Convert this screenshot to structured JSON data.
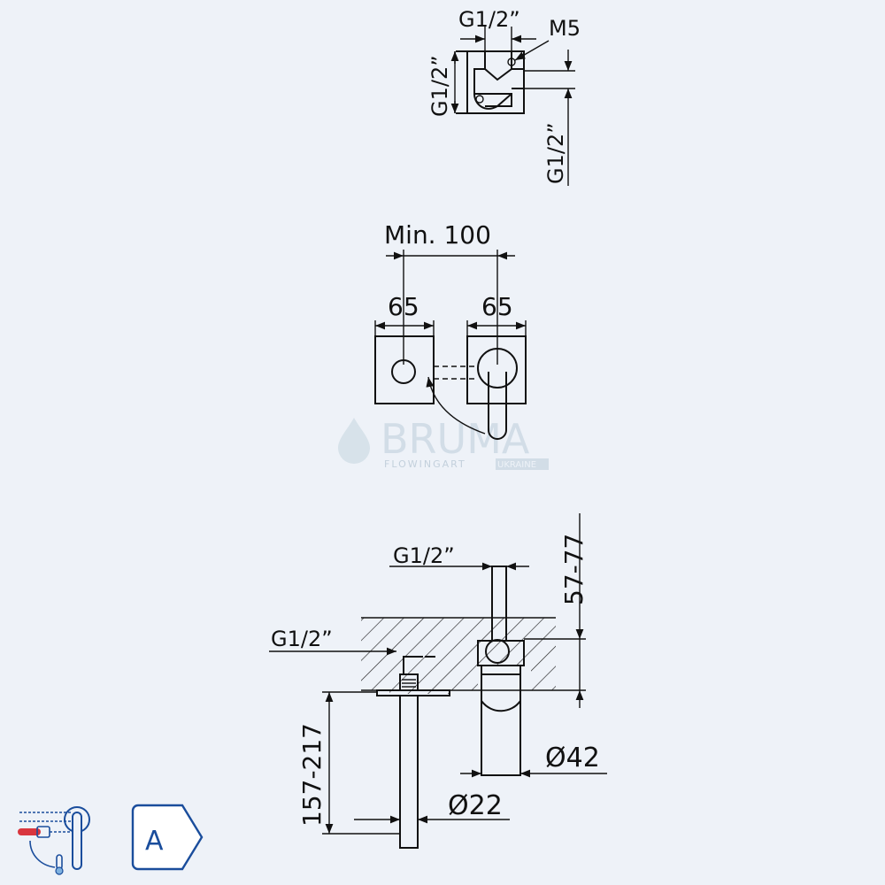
{
  "watermark": {
    "brand": "BRUMA",
    "tagline": "FLOWINGART",
    "region": "UKRAINE"
  },
  "top_view": {
    "label_g_top": "G1/2”",
    "label_m5": "M5",
    "label_g_left": "G1/2”",
    "label_g_right": "G1/2”"
  },
  "front_view": {
    "label_spacing": "Min. 100",
    "label_width_left": "65",
    "label_width_right": "65"
  },
  "side_view": {
    "label_g_top": "G1/2”",
    "label_depth": "57-77",
    "label_g_left": "G1/2”",
    "label_spout_length": "157-217",
    "label_diameter_body": "Ø42",
    "label_diameter_spout": "Ø22"
  },
  "badge": {
    "letter": "A"
  },
  "colors": {
    "line": "#111111",
    "background": "#eef2f8",
    "badge_blue": "#1a4d9c",
    "accent_red": "#d9363e"
  },
  "icons": [
    "water-temperature-icon",
    "mixer-lever-icon",
    "class-a-badge-icon"
  ]
}
